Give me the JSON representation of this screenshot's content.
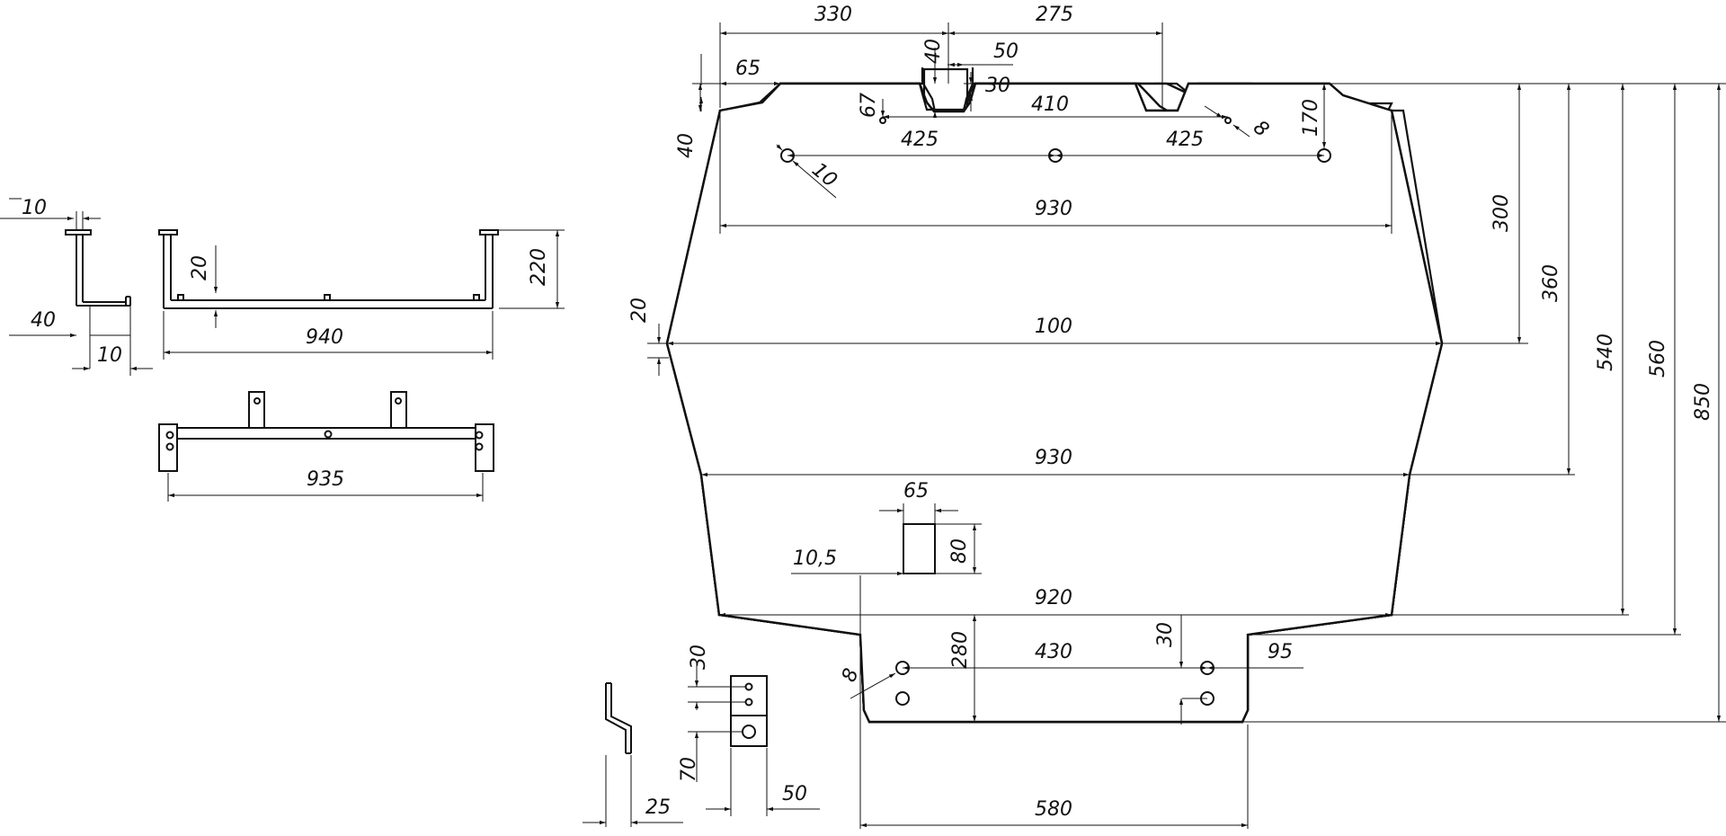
{
  "colors": {
    "line": "#111111",
    "background": "#ffffff"
  },
  "bracket_front": {
    "labels": {
      "d10a": "10",
      "d40": "40",
      "d10b": "10"
    }
  },
  "crossbar": {
    "labels": {
      "d940": "940",
      "d220": "220",
      "d20": "20",
      "d935": "935"
    }
  },
  "skid_plate": {
    "labels": {
      "d330": "330",
      "d275": "275",
      "d65_top": "65",
      "d40_notch": "40",
      "d50": "50",
      "d30_notch": "30",
      "d67": "67",
      "d410": "410",
      "d425_left": "425",
      "d425_right": "425",
      "d8_top": "8",
      "d170": "170",
      "d40_side": "40",
      "d10_hole": "10",
      "d930_top": "930",
      "d300": "300",
      "d20_side": "20",
      "d100": "100",
      "d360": "360",
      "d930_mid": "930",
      "d540": "540",
      "d560": "560",
      "d850": "850",
      "d65_slot": "65",
      "d80": "80",
      "d10_5": "10,5",
      "d920": "920",
      "d280": "280",
      "d430": "430",
      "d30_tab": "30",
      "d95": "95",
      "d8_bottom": "8",
      "d580": "580"
    }
  },
  "mount_bracket": {
    "labels": {
      "d30": "30",
      "d70": "70",
      "d25": "25",
      "d50": "50"
    }
  }
}
